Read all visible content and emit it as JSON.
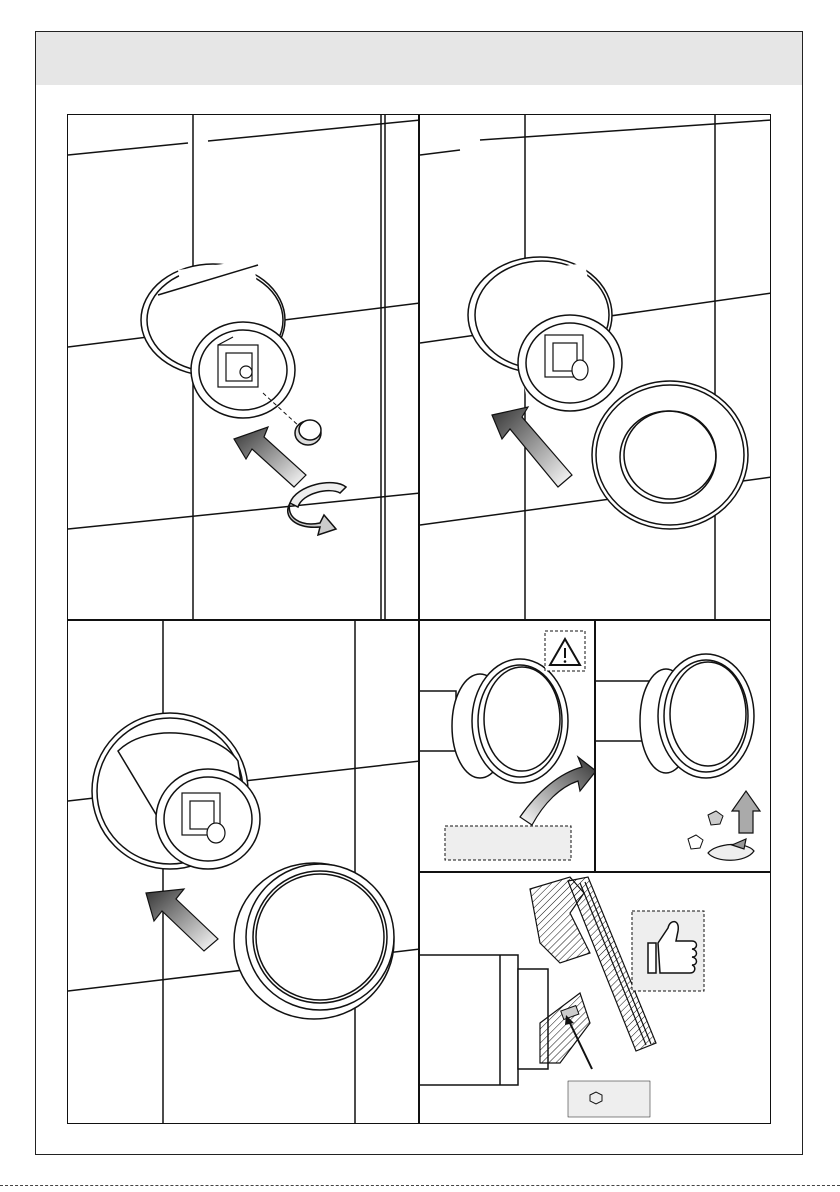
{
  "document": {
    "header_text": "",
    "steps": [
      {
        "id": "step-1",
        "description_text": ""
      },
      {
        "id": "step-2",
        "description_text": ""
      },
      {
        "id": "step-3",
        "description_text": ""
      },
      {
        "id": "step-4a",
        "warning_icon": "warning-triangle-icon",
        "note_box_text": ""
      },
      {
        "id": "step-4b",
        "description_text": ""
      },
      {
        "id": "step-5",
        "approval_icon": "thumbs-up-icon",
        "tool_label_text": ""
      }
    ]
  },
  "colors": {
    "header_band": "#e6e6e6",
    "line": "#111111",
    "note_box": "#eeeeee"
  }
}
